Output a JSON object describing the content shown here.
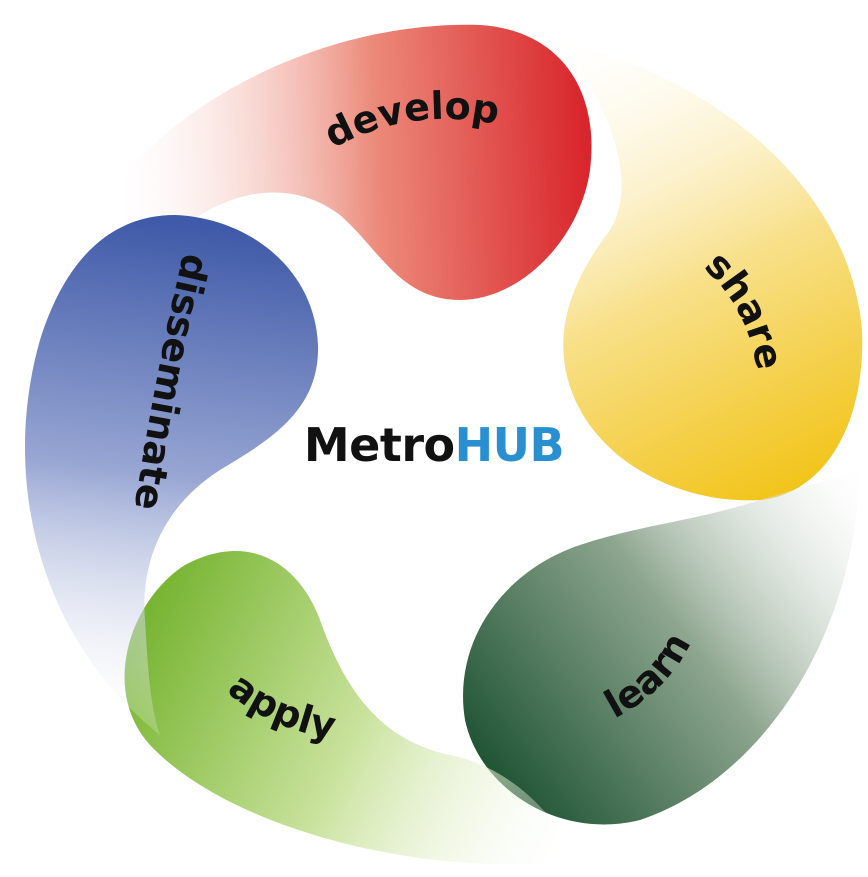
{
  "center": {
    "brand_part1": "Metro",
    "brand_part2": "HUB",
    "colors": {
      "part1": "#111111",
      "part2": "#2a8fd1"
    }
  },
  "cycle": [
    {
      "key": "develop",
      "label": "develop",
      "color": "#d9262c"
    },
    {
      "key": "share",
      "label": "share",
      "color": "#f2c51d"
    },
    {
      "key": "learn",
      "label": "learn",
      "color": "#1f5434"
    },
    {
      "key": "apply",
      "label": "apply",
      "color": "#78b533"
    },
    {
      "key": "disseminate",
      "label": "disseminate",
      "color": "#3f5aa8"
    }
  ]
}
